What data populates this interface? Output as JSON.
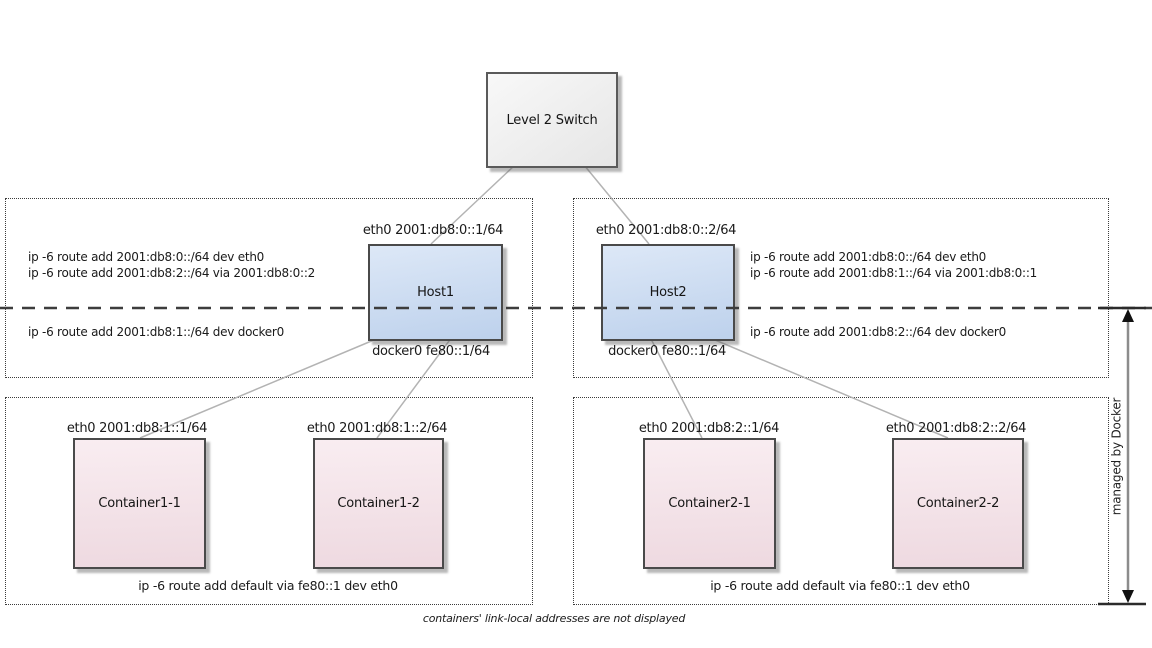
{
  "switch": {
    "label": "Level 2 Switch"
  },
  "hosts": [
    {
      "label": "Host1",
      "eth0_label": "eth0 2001:db8:0::1/64",
      "docker0_label": "docker0 fe80::1/64",
      "routes_upper": [
        "ip -6 route add 2001:db8:0::/64 dev eth0",
        "ip -6 route add 2001:db8:2::/64 via 2001:db8:0::2"
      ],
      "route_lower": "ip -6 route add 2001:db8:1::/64 dev docker0"
    },
    {
      "label": "Host2",
      "eth0_label": "eth0 2001:db8:0::2/64",
      "docker0_label": "docker0 fe80::1/64",
      "routes_upper": [
        "ip -6 route add 2001:db8:0::/64 dev eth0",
        "ip -6 route add 2001:db8:1::/64 via 2001:db8:0::1"
      ],
      "route_lower": "ip -6 route add 2001:db8:2::/64 dev docker0"
    }
  ],
  "containers": [
    {
      "label": "Container1-1",
      "eth0_label": "eth0 2001:db8:1::1/64"
    },
    {
      "label": "Container1-2",
      "eth0_label": "eth0 2001:db8:1::2/64"
    },
    {
      "label": "Container2-1",
      "eth0_label": "eth0 2001:db8:2::1/64"
    },
    {
      "label": "Container2-2",
      "eth0_label": "eth0 2001:db8:2::2/64"
    }
  ],
  "container_groups": [
    {
      "default_route": "ip -6 route add default via fe80::1 dev eth0"
    },
    {
      "default_route": "ip -6 route add default via fe80::1 dev eth0"
    }
  ],
  "annotations": {
    "managed_by": "managed by Docker",
    "caption": "containers' link-local addresses are not displayed"
  },
  "colors": {
    "host_fill": "#cfdff3",
    "container_fill": "#f3e0e7",
    "switch_fill": "#ededed",
    "node_border": "#4a4a4a",
    "group_border": "#3c3c3c",
    "dashed_line": "#3d3d3d",
    "connector_line": "#b3b3b3",
    "arrow": "#8c8c8c"
  }
}
